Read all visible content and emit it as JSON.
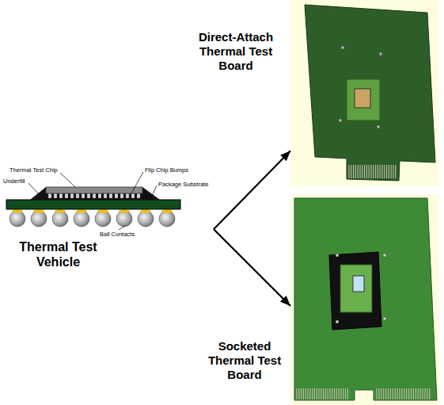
{
  "diagram": {
    "nodes": [
      {
        "text": [
          "Thermal Test Vehicle"
        ]
      },
      {
        "text": [
          "Direct-Attach Thermal Test Board"
        ]
      },
      {
        "text": [
          "Socketed Thermal Test Board"
        ]
      }
    ],
    "edges": [
      {
        "from": 0,
        "to": 1,
        "arrow": "to"
      },
      {
        "from": 0,
        "to": 2,
        "arrow": "to"
      }
    ],
    "labels": [
      "Thermal Test Chip",
      "Underfill",
      "Flip Chip Bumps",
      "Package Substrate",
      "Ball Contacts"
    ]
  }
}
